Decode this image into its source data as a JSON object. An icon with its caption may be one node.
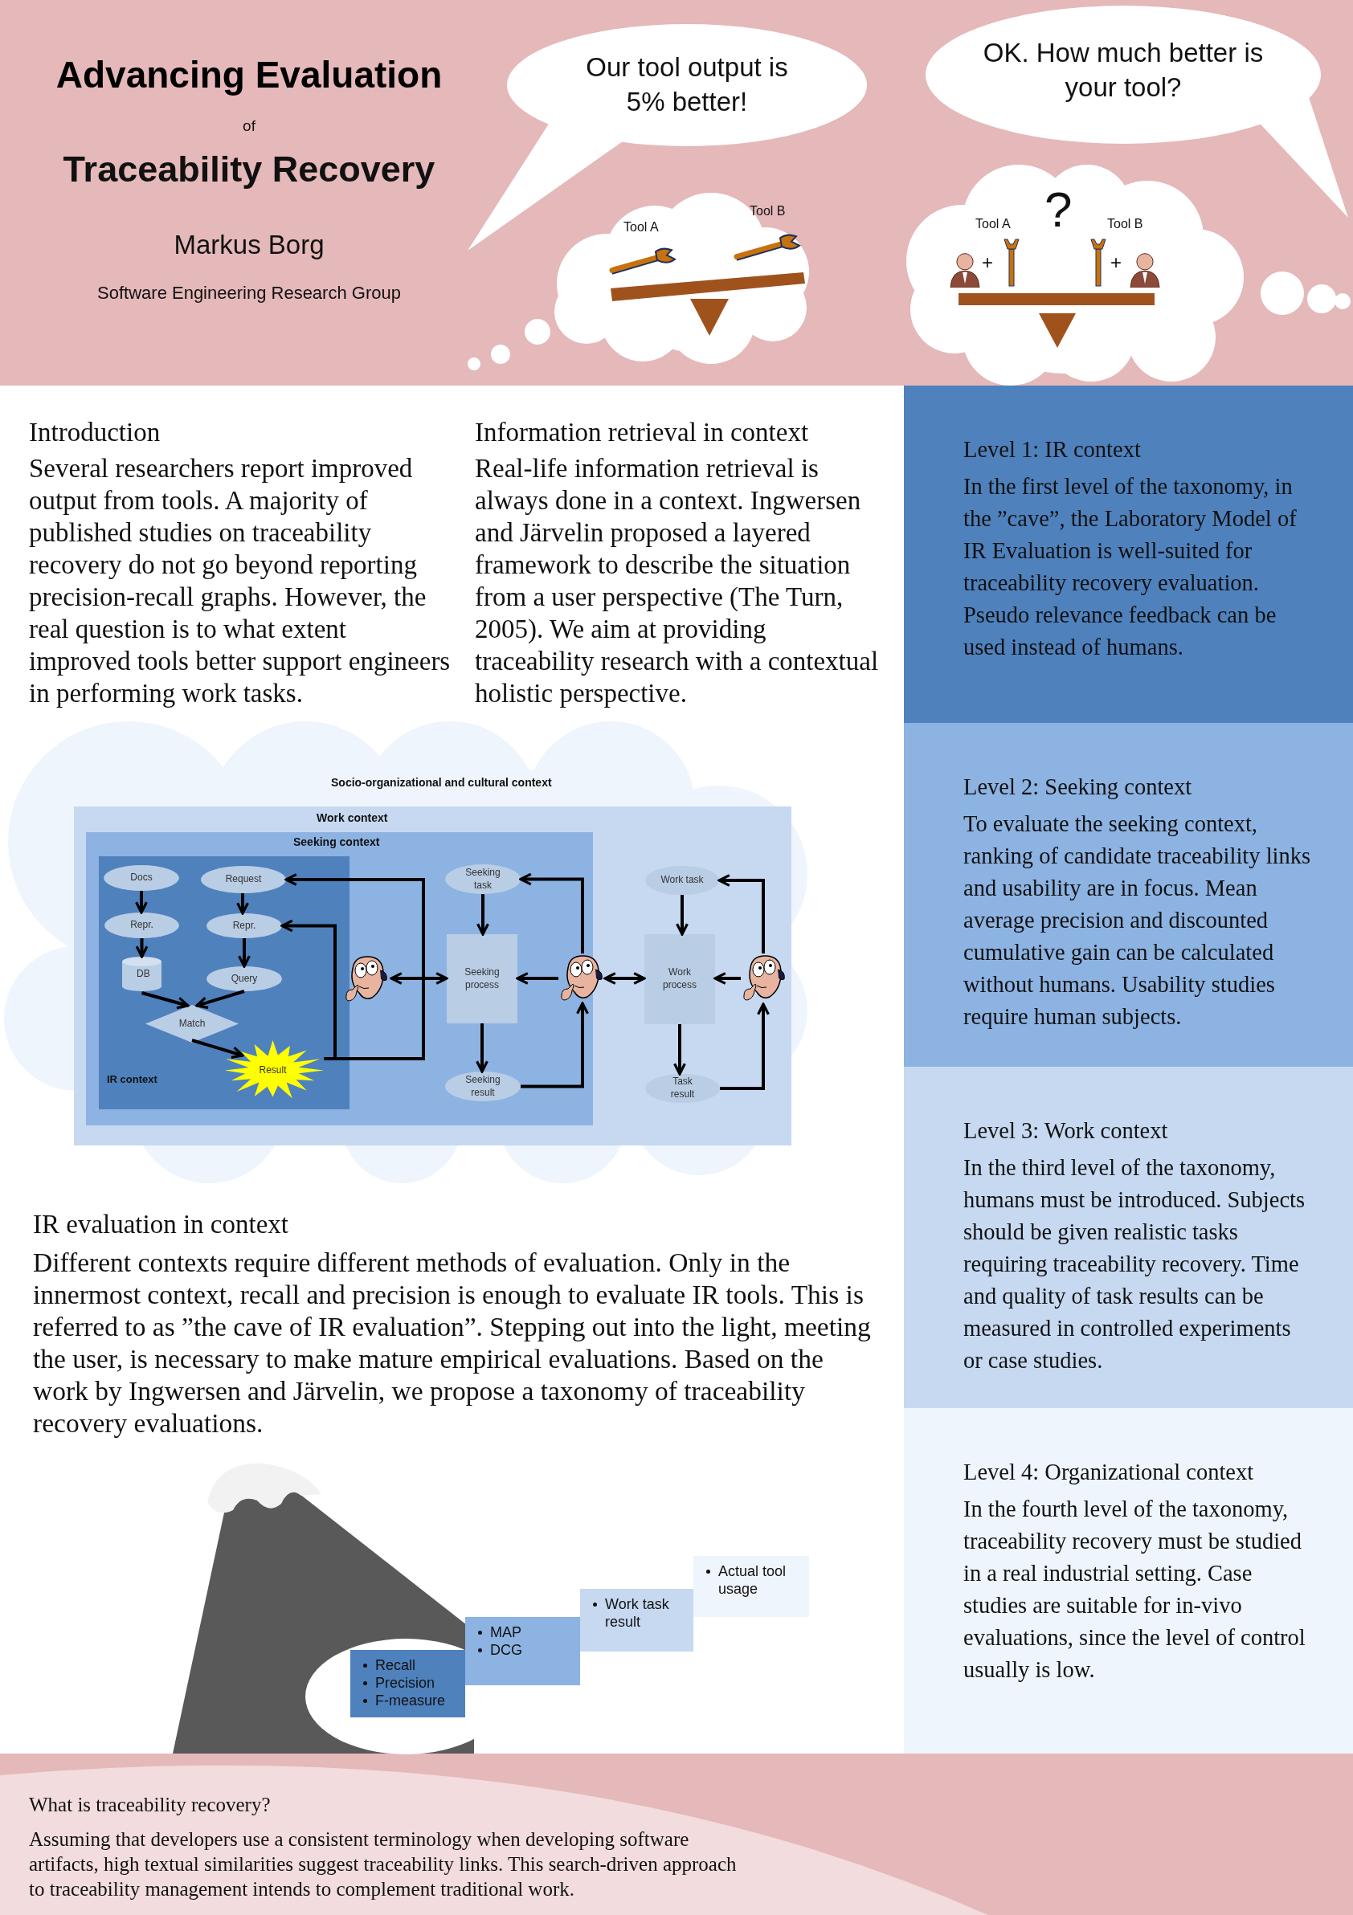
{
  "diagram": {
    "title": "Advancing Evaluation",
    "nodes": [
      {
        "text": [
          "Our tool output is 5% better!"
        ]
      },
      {
        "text": [
          "OK. How much better is your tool?"
        ]
      },
      {
        "text": [
          "Tool A",
          "Tool B"
        ]
      },
      {
        "text": [
          "Tool A",
          "?",
          "Tool B",
          "+",
          "+"
        ]
      },
      {
        "text": [
          "Level 1: IR context",
          "In the first level of the taxonomy, in the ”cave”, the Laboratory Model of IR Evaluation is well-suited for traceability recovery evaluation. Pseudo relevance feedback can be used instead of humans."
        ]
      },
      {
        "text": [
          "Level 2: Seeking context",
          "To evaluate the seeking context, ranking of candidate traceability links and usability are in focus. Mean average precision and discounted cumulative gain can be calculated without humans. Usability studies require human subjects."
        ]
      },
      {
        "text": [
          "Level 3: Work context",
          "In the third level of the taxonomy, humans must be introduced. Subjects should be given realistic tasks requiring traceability recovery. Time and quality of task results can be measured in controlled experiments or case studies."
        ]
      },
      {
        "text": [
          "Level 4: Organizational context",
          "In the fourth level of the taxonomy, traceability recovery must be studied in a real industrial setting. Case studies are suitable for in-vivo evaluations, since the level of control usually is low."
        ]
      },
      {
        "text": [
          "Socio-organizational and cultural context"
        ]
      },
      {
        "text": [
          "Work context"
        ],
        "in": 8
      },
      {
        "text": [
          "Seeking context"
        ],
        "in": 9
      },
      {
        "text": [
          "IR context"
        ],
        "in": 10
      },
      {
        "text": [
          "Docs"
        ],
        "in": 11
      },
      {
        "text": [
          "Request"
        ],
        "in": 11
      },
      {
        "text": [
          "Repr."
        ],
        "in": 11
      },
      {
        "text": [
          "Repr."
        ],
        "in": 11
      },
      {
        "text": [
          "DB"
        ],
        "in": 11
      },
      {
        "text": [
          "Query"
        ],
        "in": 11
      },
      {
        "text": [
          "Match"
        ],
        "in": 11
      },
      {
        "text": [
          "Result"
        ],
        "in": 11
      },
      {
        "text": [],
        "shape": "person",
        "in": 10
      },
      {
        "text": [
          "Seeking task"
        ],
        "in": 10
      },
      {
        "text": [
          "Seeking process"
        ],
        "in": 10
      },
      {
        "text": [
          "Seeking result"
        ],
        "in": 10
      },
      {
        "text": [],
        "shape": "person",
        "in": 9
      },
      {
        "text": [
          "Work task"
        ],
        "in": 9
      },
      {
        "text": [
          "Work process"
        ],
        "in": 9
      },
      {
        "text": [
          "Task result"
        ],
        "in": 9
      },
      {
        "text": [],
        "shape": "person",
        "in": 9
      },
      {
        "text": [
          "Recall",
          "Precision",
          "F-measure"
        ]
      },
      {
        "text": [
          "MAP",
          "DCG"
        ]
      },
      {
        "text": [
          "Work task result"
        ]
      },
      {
        "text": [
          "Actual tool usage"
        ]
      }
    ],
    "edges": [
      {
        "from": 12,
        "to": 14,
        "arrow": "to"
      },
      {
        "from": 14,
        "to": 16,
        "arrow": "to"
      },
      {
        "from": 16,
        "to": 18,
        "arrow": "to"
      },
      {
        "from": 17,
        "to": 18,
        "arrow": "to"
      },
      {
        "from": 13,
        "to": 15,
        "arrow": "to"
      },
      {
        "from": 15,
        "to": 17,
        "arrow": "to"
      },
      {
        "from": 18,
        "to": 19,
        "arrow": "to"
      },
      {
        "from": 19,
        "to": 15,
        "arrow": "to"
      },
      {
        "from": 19,
        "to": 13,
        "arrow": "to"
      },
      {
        "from": 20,
        "to": 22,
        "arrow": "both"
      },
      {
        "from": 21,
        "to": 22,
        "arrow": "to"
      },
      {
        "from": 22,
        "to": 23,
        "arrow": "to"
      },
      {
        "from": 23,
        "to": 24,
        "arrow": "to"
      },
      {
        "from": 24,
        "to": 21,
        "arrow": "to"
      },
      {
        "from": 24,
        "to": 22,
        "arrow": "to"
      },
      {
        "from": 24,
        "to": 26,
        "arrow": "both"
      },
      {
        "from": 25,
        "to": 26,
        "arrow": "to"
      },
      {
        "from": 26,
        "to": 27,
        "arrow": "to"
      },
      {
        "from": 27,
        "to": 28,
        "arrow": "to"
      },
      {
        "from": 28,
        "to": 25,
        "arrow": "to"
      },
      {
        "from": 28,
        "to": 26,
        "arrow": "to"
      }
    ],
    "labels": [
      "of",
      "Traceability Recovery",
      "Markus Borg",
      "Software Engineering Research Group",
      "Introduction",
      "Several researchers report improved output from tools. A majority of published studies on traceability recovery do not go beyond reporting precision-recall graphs. However, the real question is to what extent improved tools better support engineers in performing work tasks.",
      "Information retrieval in context",
      "Real-life information retrieval is always done in a context. Ingwersen and Järvelin proposed a layered framework to describe the situation from a user perspective (The Turn, 2005). We aim at providing traceability research with a contextual holistic perspective.",
      "IR evaluation in context",
      "Different contexts require different methods of evaluation. Only in the innermost context, recall and precision is enough to evaluate IR tools. This is referred to as ”the cave of IR evaluation”. Stepping out into the light, meeting the user, is necessary to make mature empirical evaluations. Based on the work by Ingwersen and Järvelin, we propose a taxonomy of traceability recovery evaluations.",
      "What is traceability recovery?",
      "Assuming that developers use a consistent terminology when developing software artifacts, high textual similarities suggest traceability links. This search-driven approach to traceability management intends to complement traditional work."
    ]
  }
}
